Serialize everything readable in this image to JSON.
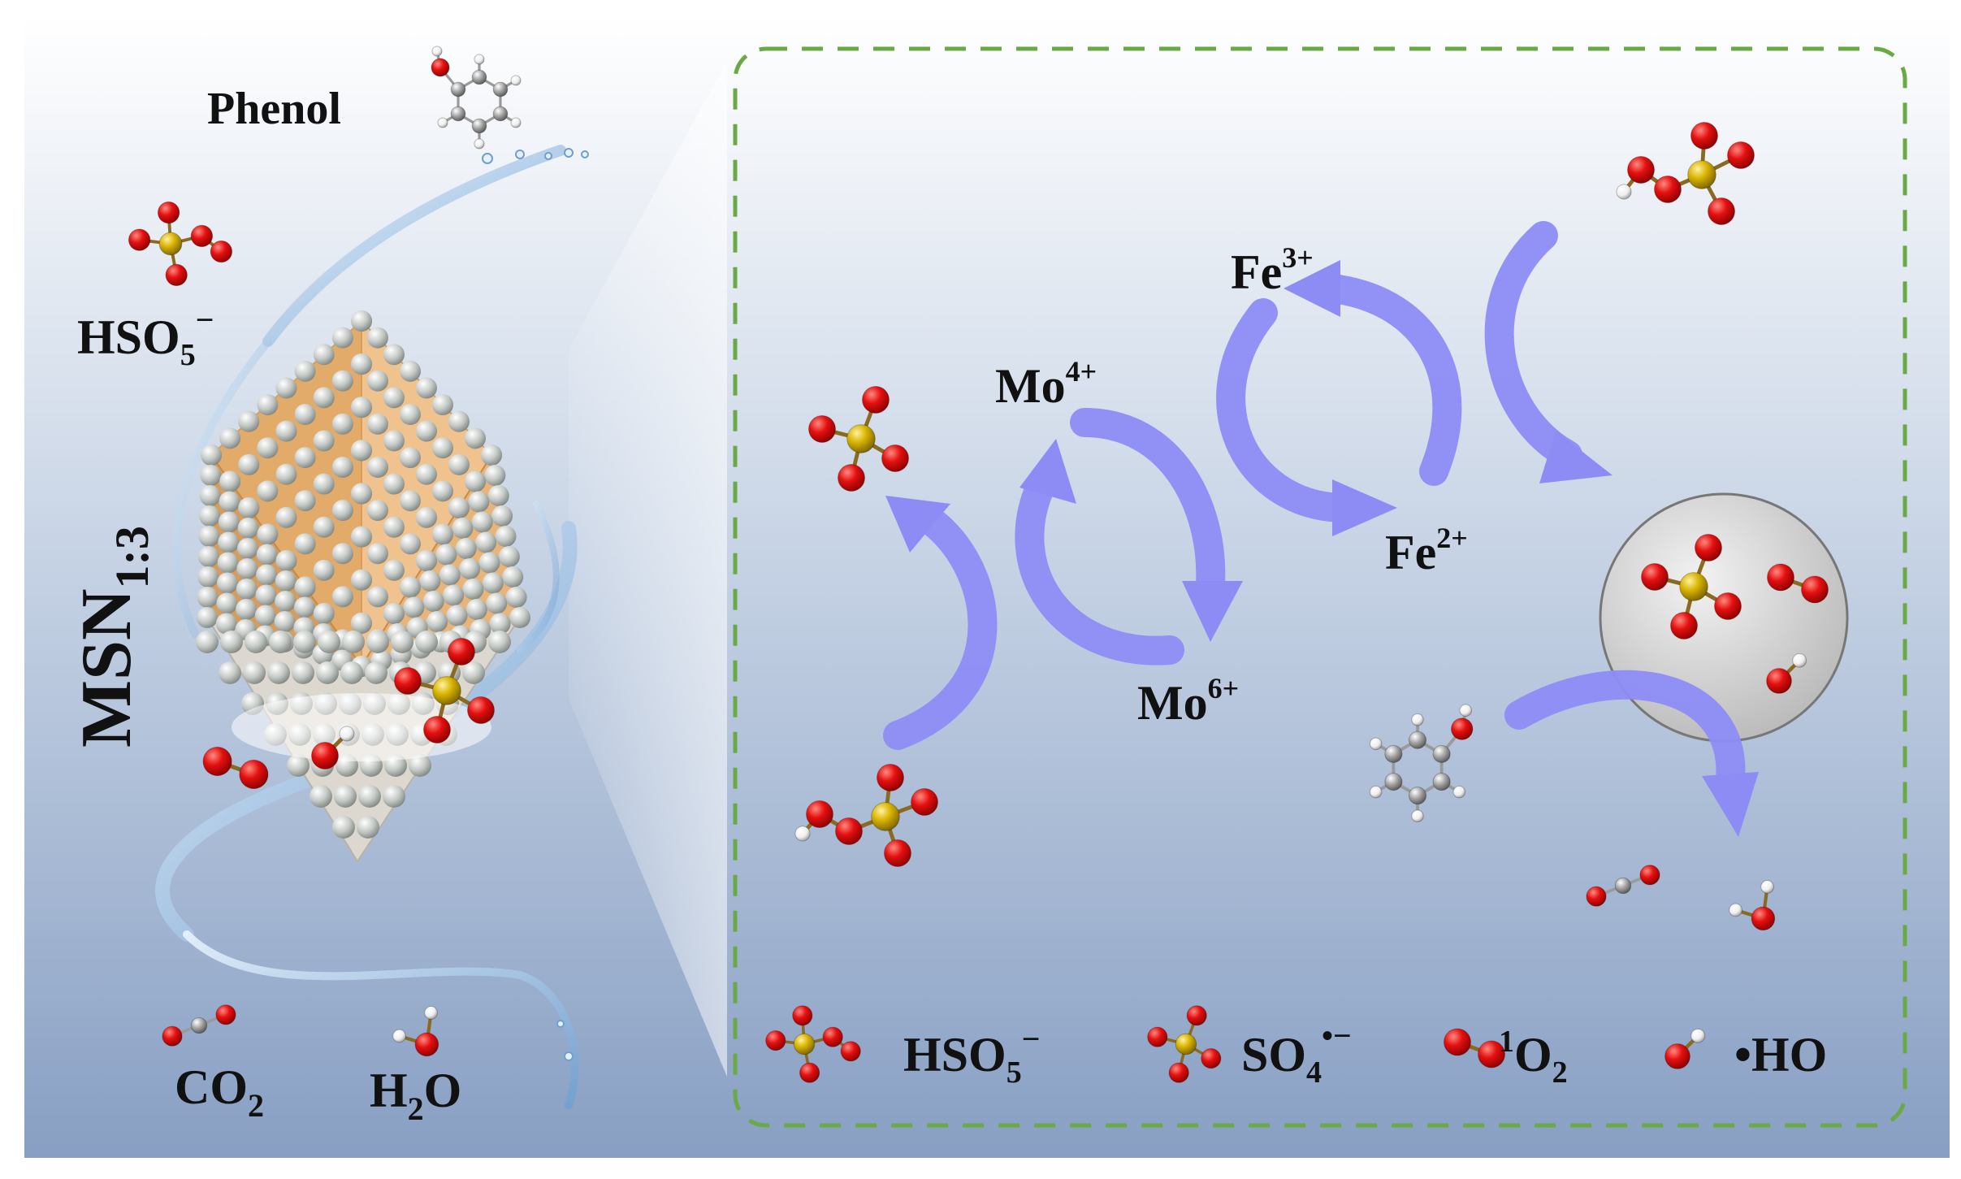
{
  "left_panel": {
    "phenol_label": "Phenol",
    "oxidant_label": "HSO",
    "oxidant_sub": "5",
    "oxidant_sup": "−",
    "catalyst_label": "MSN",
    "catalyst_sub": "1:3",
    "product_co2_label": "CO",
    "product_co2_sub": "2",
    "product_h2o_label": "H",
    "product_h2o_sub": "2",
    "product_h2o_tail": "O"
  },
  "mechanism": {
    "mo_low": {
      "base": "Mo",
      "charge": "4+"
    },
    "mo_high": {
      "base": "Mo",
      "charge": "6+"
    },
    "fe_high": {
      "base": "Fe",
      "charge": "3+"
    },
    "fe_low": {
      "base": "Fe",
      "charge": "2+"
    }
  },
  "legend": {
    "items": [
      {
        "label": "HSO",
        "sub": "5",
        "sup": "−"
      },
      {
        "label": "SO",
        "sub": "4",
        "sup": "•−"
      },
      {
        "pre_sup": "1",
        "label": "O",
        "sub": "2"
      },
      {
        "label": "•HO"
      }
    ]
  },
  "colors": {
    "background_top": "#ffffff",
    "background_bottom": "#8aa0c4",
    "panel_border": "#6aaa46",
    "arrow": "#8d8cf5",
    "oxygen": "#e01010",
    "sulfur": "#d8b000",
    "carbon": "#9a9a9a",
    "hydrogen": "#ffffff",
    "crystal_face": "#e7b47c",
    "crystal_sphere": "#c8ccc8"
  }
}
